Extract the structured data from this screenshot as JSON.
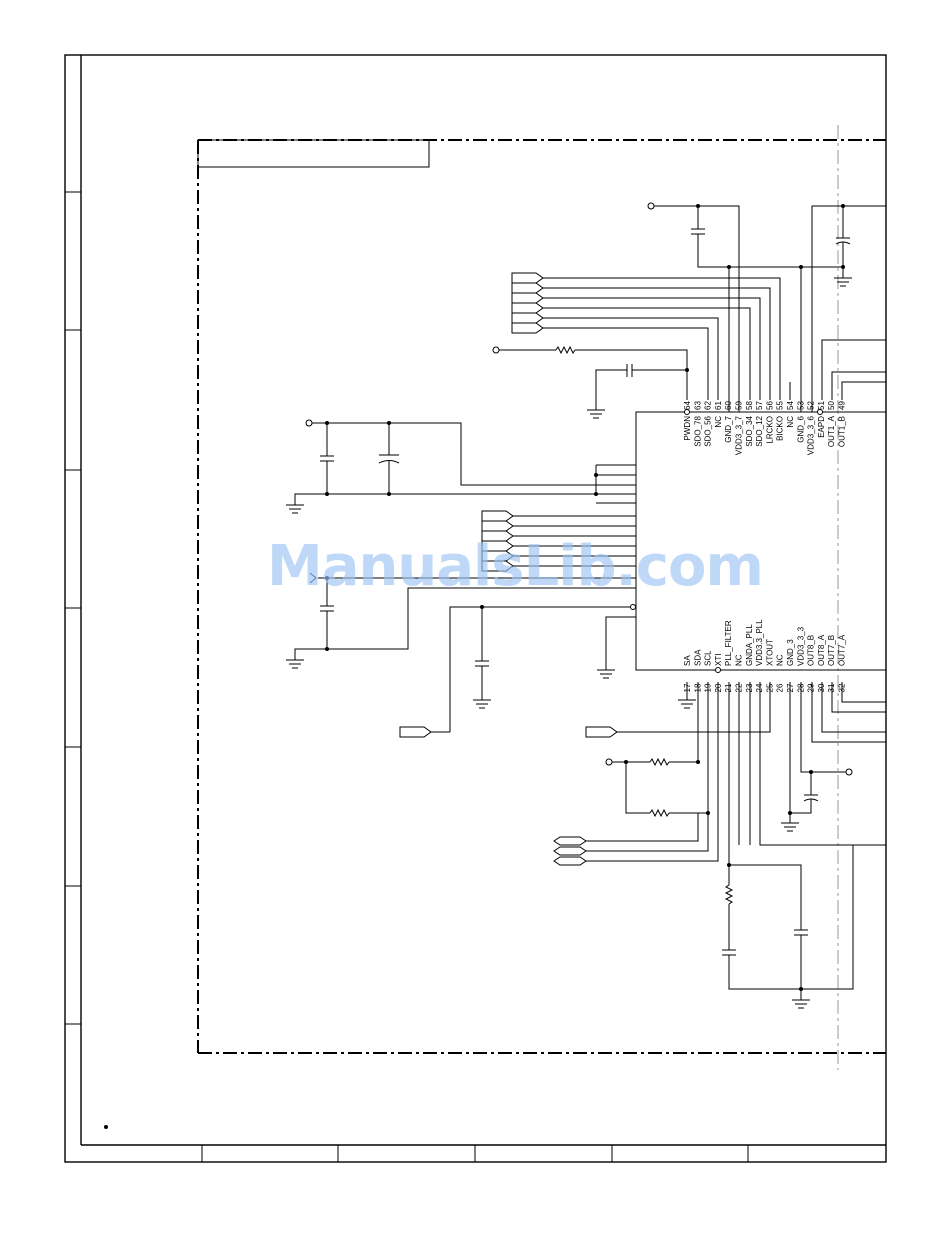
{
  "watermark": "ManualsLib.com",
  "ic": {
    "top_pins": [
      {
        "num": "64",
        "name": "PWDN"
      },
      {
        "num": "63",
        "name": "SDO_78"
      },
      {
        "num": "62",
        "name": "SDO_56"
      },
      {
        "num": "61",
        "name": "NC"
      },
      {
        "num": "60",
        "name": "GND_7"
      },
      {
        "num": "59",
        "name": "VDD3_3_7"
      },
      {
        "num": "58",
        "name": "SDO_34"
      },
      {
        "num": "57",
        "name": "SDO_12"
      },
      {
        "num": "56",
        "name": "LRCKO"
      },
      {
        "num": "55",
        "name": "BICKO"
      },
      {
        "num": "54",
        "name": "NC"
      },
      {
        "num": "53",
        "name": "GND_6"
      },
      {
        "num": "52",
        "name": "VDD3_3_6"
      },
      {
        "num": "51",
        "name": "EAPD"
      },
      {
        "num": "50",
        "name": "OUT1_A"
      },
      {
        "num": "49",
        "name": "OUT1_B"
      }
    ],
    "bottom_pins": [
      {
        "num": "17",
        "name": "SA"
      },
      {
        "num": "18",
        "name": "SDA"
      },
      {
        "num": "19",
        "name": "SCL"
      },
      {
        "num": "20",
        "name": "XTI"
      },
      {
        "num": "21",
        "name": "PLL_FILTER"
      },
      {
        "num": "22",
        "name": "NC"
      },
      {
        "num": "23",
        "name": "GNDA_PLL"
      },
      {
        "num": "24",
        "name": "VDD3.3_PLL"
      },
      {
        "num": "25",
        "name": "XTOUT"
      },
      {
        "num": "26",
        "name": "NC"
      },
      {
        "num": "27",
        "name": "GND_3"
      },
      {
        "num": "28",
        "name": "VDD3_3_3"
      },
      {
        "num": "29",
        "name": "OUT8_B"
      },
      {
        "num": "30",
        "name": "OUT8_A"
      },
      {
        "num": "31",
        "name": "OUT7_B"
      },
      {
        "num": "32",
        "name": "OUT7_A"
      }
    ]
  }
}
